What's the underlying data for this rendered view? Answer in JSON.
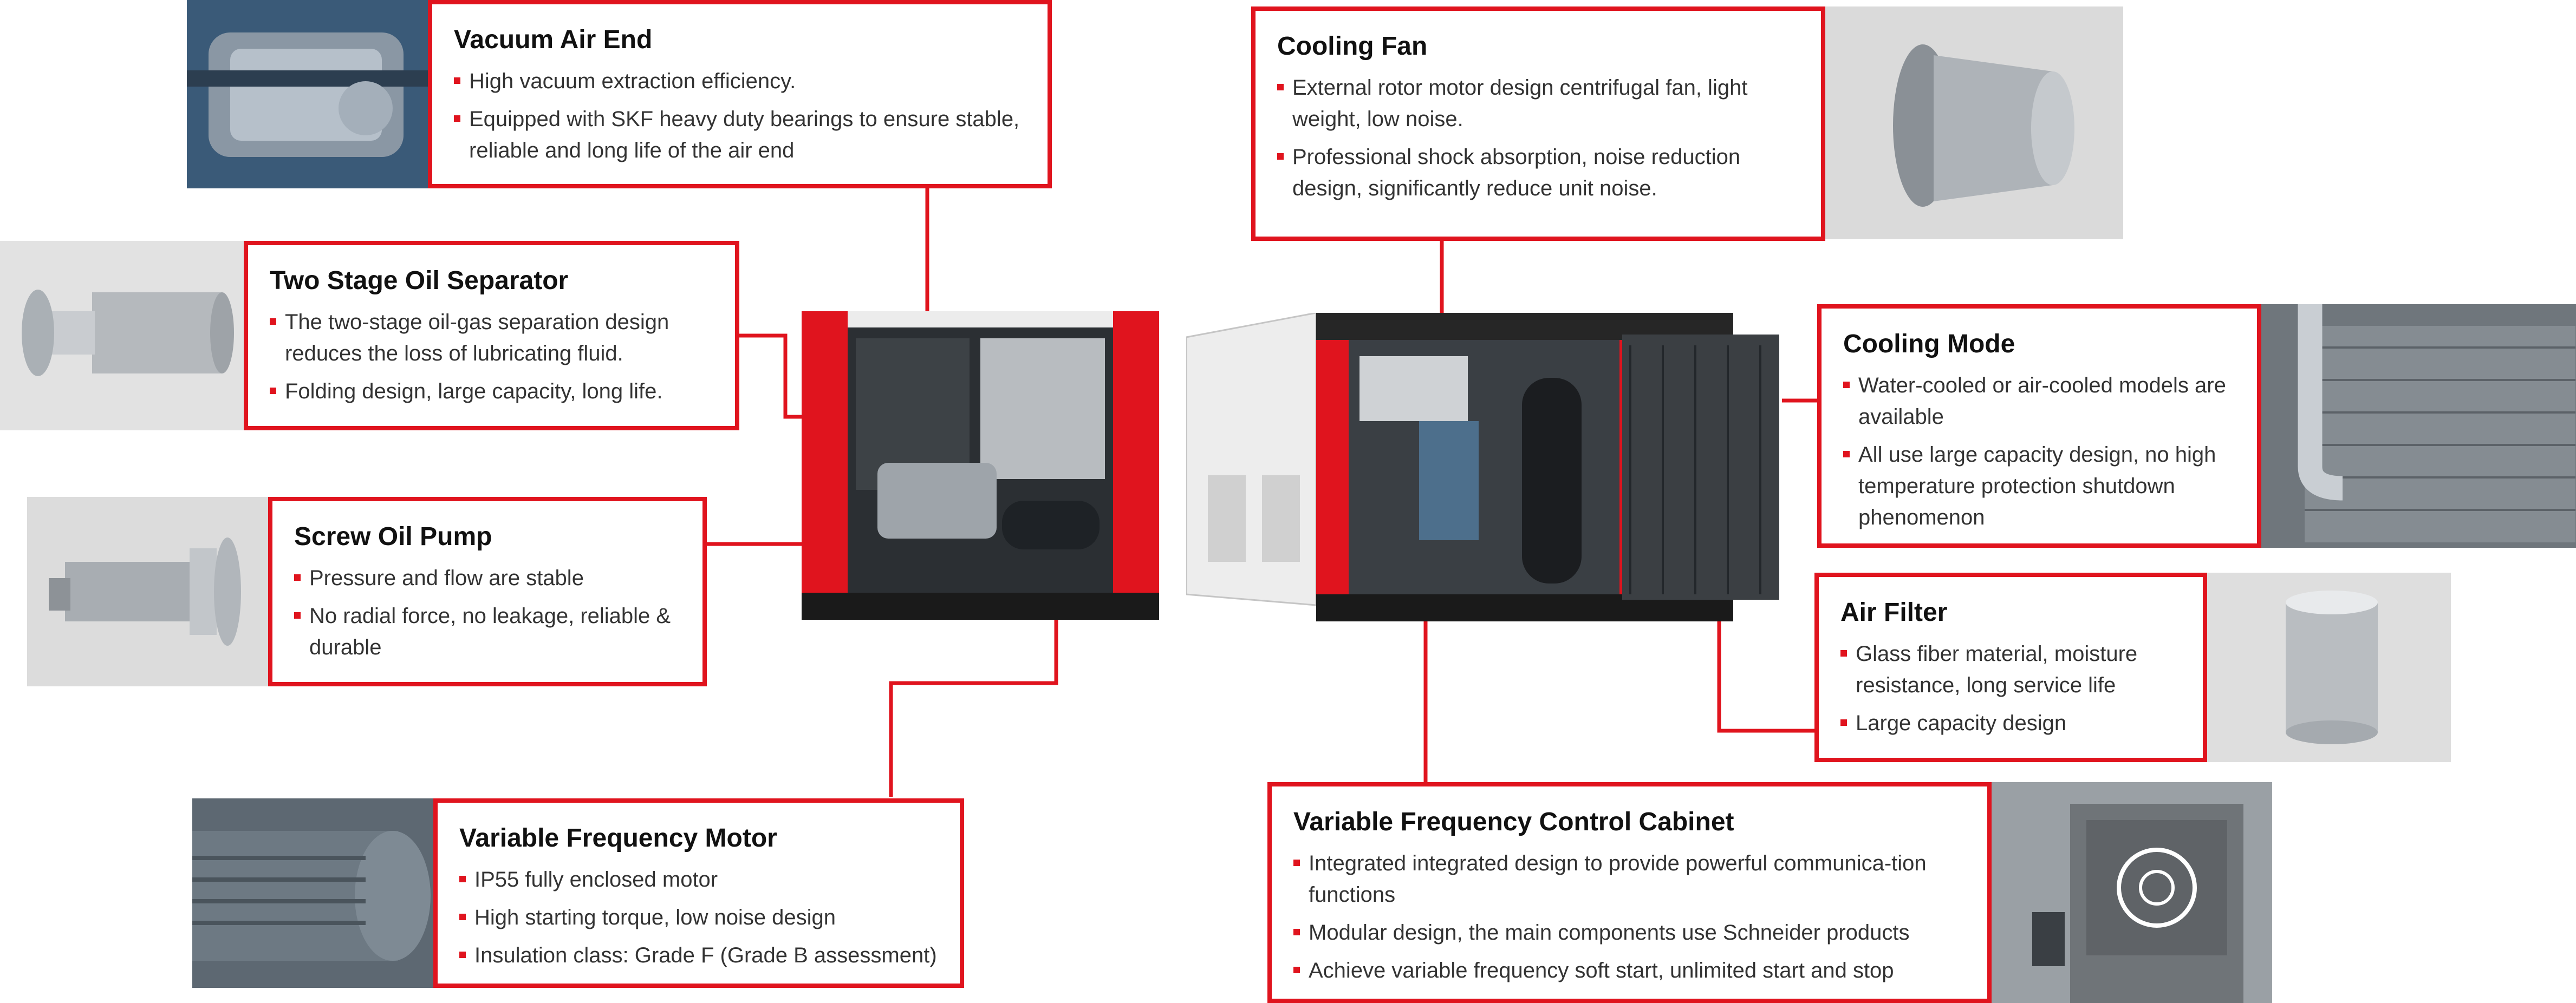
{
  "accent_color": "#e0141e",
  "components": {
    "vacuum_air_end": {
      "title": "Vacuum Air End",
      "bullets": [
        "High vacuum extraction efficiency.",
        "Equipped with SKF heavy duty bearings to ensure stable, reliable and long life of the air end"
      ]
    },
    "two_stage_oil_separator": {
      "title": "Two Stage Oil Separator",
      "bullets": [
        "The two-stage oil-gas separation design reduces the loss of lubricating fluid.",
        "Folding design, large capacity, long life."
      ]
    },
    "screw_oil_pump": {
      "title": "Screw Oil Pump",
      "bullets": [
        "Pressure and flow are stable",
        "No radial force, no leakage, reliable & durable"
      ]
    },
    "variable_frequency_motor": {
      "title": "Variable Frequency Motor",
      "bullets": [
        "IP55 fully enclosed motor",
        "High starting torque, low noise design",
        "Insulation class: Grade F (Grade B assessment)"
      ]
    },
    "cooling_fan": {
      "title": "Cooling Fan",
      "bullets": [
        "External rotor motor design centrifugal fan, light weight, low noise.",
        "Professional shock absorption, noise reduction design, significantly reduce unit noise."
      ]
    },
    "cooling_mode": {
      "title": "Cooling Mode",
      "bullets": [
        "Water-cooled or air-cooled models are available",
        "All use large capacity design, no high temperature protection shutdown phenomenon"
      ]
    },
    "air_filter": {
      "title": "Air Filter",
      "bullets": [
        "Glass fiber material, moisture resistance, long service life",
        "Large capacity design"
      ]
    },
    "vf_control_cabinet": {
      "title": "Variable Frequency Control Cabinet",
      "bullets": [
        "Integrated integrated design to provide powerful communica-tion functions",
        "Modular design, the main components use Schneider products",
        "Achieve variable frequency soft start, unlimited start and stop"
      ]
    }
  }
}
